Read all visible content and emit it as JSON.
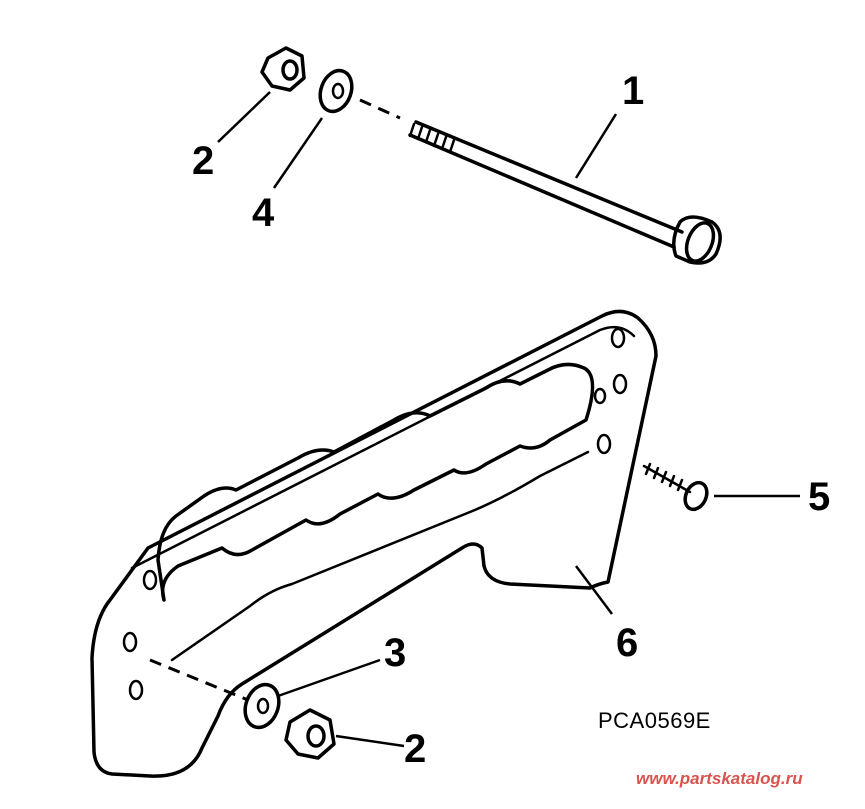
{
  "callouts": [
    {
      "id": "1",
      "label": "1",
      "part": "bolt"
    },
    {
      "id": "2a",
      "label": "2",
      "part": "nut"
    },
    {
      "id": "4",
      "label": "4",
      "part": "washer"
    },
    {
      "id": "5",
      "label": "5",
      "part": "screw"
    },
    {
      "id": "6",
      "label": "6",
      "part": "plate"
    },
    {
      "id": "3",
      "label": "3",
      "part": "washer"
    },
    {
      "id": "2b",
      "label": "2",
      "part": "nut"
    }
  ],
  "figure_code": "PCA0569E",
  "watermark": "www.partskatalog.ru",
  "colors": {
    "ink": "#000000",
    "background": "#ffffff",
    "watermark": "#d9534f"
  }
}
